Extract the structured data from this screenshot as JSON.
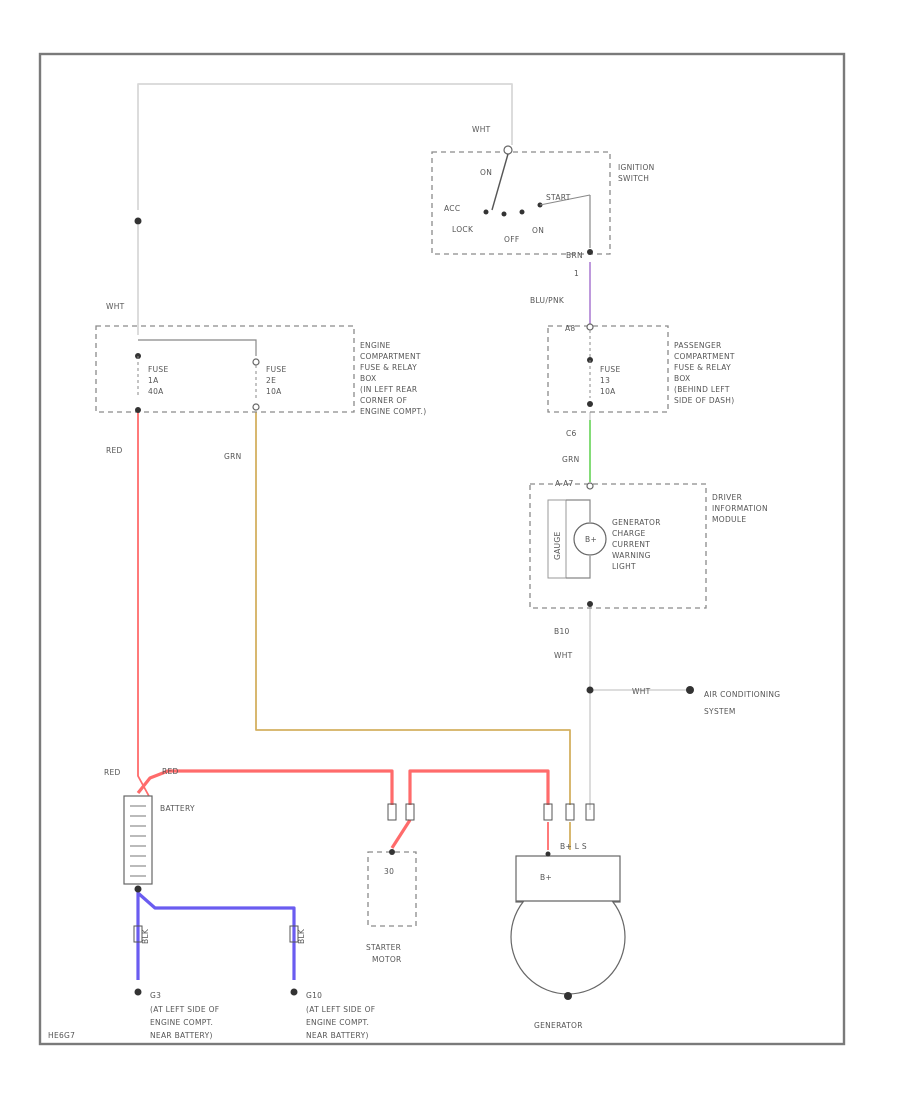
{
  "colors": {
    "wht": "#d8d8d8",
    "red": "#ff6b6b",
    "grn_tan": "#d4b060",
    "blu_pnk": "#b78ed8",
    "grn": "#77d96a",
    "blu": "#6a5cf0",
    "frame": "#7a7a7a"
  },
  "ignition_switch": {
    "label_line1": "IGNITION",
    "label_line2": "SWITCH",
    "pin_top": "WHT",
    "pos_on": "ON",
    "pos_acc": "ACC",
    "pos_lock": "LOCK",
    "pos_off": "OFF",
    "pos_on2": "ON",
    "pos_start": "START",
    "pin_bottom": "BRN",
    "pin_num": "1"
  },
  "engine_fuse_box": {
    "top_wire": "WHT",
    "fuse1_line1": "FUSE",
    "fuse1_line2": "1A",
    "fuse1_line3": "40A",
    "fuse2_line1": "FUSE",
    "fuse2_line2": "2E",
    "fuse2_line3": "10A",
    "label_lines": [
      "ENGINE",
      "COMPARTMENT",
      "FUSE & RELAY",
      "BOX",
      "(IN LEFT REAR",
      "CORNER OF",
      "ENGINE COMPT.)"
    ]
  },
  "passenger_fuse_box": {
    "wire_in": "BLU/PNK",
    "pin_in": "A8",
    "fuse_line1": "FUSE",
    "fuse_line2": "13",
    "fuse_line3": "10A",
    "label_lines": [
      "PASSENGER",
      "COMPARTMENT",
      "FUSE & RELAY",
      "BOX",
      "(BEHIND LEFT",
      "SIDE OF DASH)"
    ]
  },
  "driver_module": {
    "pin_out": "C6",
    "wire_in": "GRN",
    "pin_in": "A-A7",
    "side_text": "GAUGE",
    "lamp_label": [
      "GENERATOR",
      "CHARGE",
      "CURRENT",
      "WARNING",
      "LIGHT"
    ],
    "label_lines": [
      "DRIVER",
      "INFORMATION",
      "MODULE"
    ],
    "pin_bottom": "B10",
    "wire_out": "WHT"
  },
  "ac_branch": {
    "wire": "WHT",
    "label_line1": "AIR CONDITIONING",
    "label_line2": "SYSTEM"
  },
  "wires": {
    "left_red": "RED",
    "grn_tan": "GRN",
    "battery_red_left": "RED",
    "battery_red_right": "RED"
  },
  "battery": {
    "label": "BATTERY"
  },
  "starter": {
    "terminal": "30",
    "label_line1": "STARTER",
    "label_line2": "MOTOR"
  },
  "generator": {
    "terminal": "B+",
    "label": "GENERATOR",
    "pins": "B+ L S"
  },
  "grounds": {
    "g1_id": "G3",
    "g1_lines": [
      "(AT LEFT SIDE OF",
      "ENGINE COMPT.",
      "NEAR BATTERY)"
    ],
    "g2_id": "G10",
    "g2_lines": [
      "(AT LEFT SIDE OF",
      "ENGINE COMPT.",
      "NEAR BATTERY)"
    ],
    "blk": "BLK"
  },
  "footer": {
    "code": "HE6G7"
  }
}
